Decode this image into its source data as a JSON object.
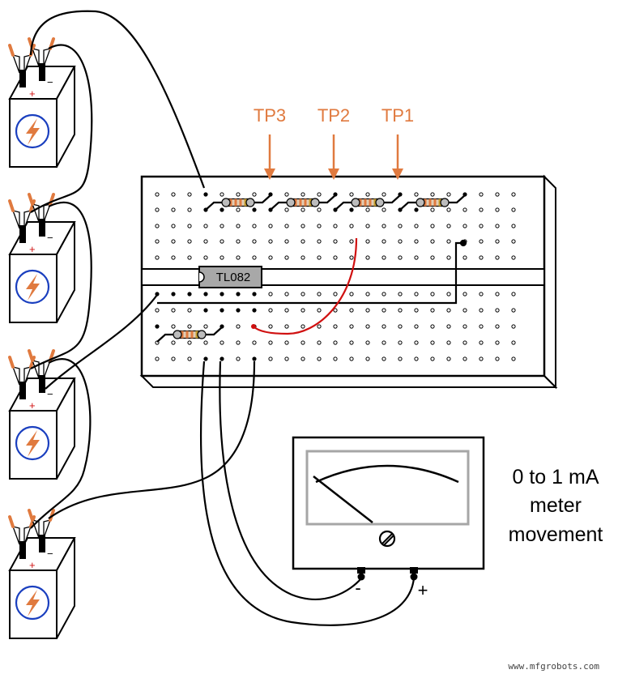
{
  "test_points": [
    {
      "id": "tp3",
      "label": "TP3"
    },
    {
      "id": "tp2",
      "label": "TP2"
    },
    {
      "id": "tp1",
      "label": "TP1"
    }
  ],
  "ic_chip": {
    "label": "TL082"
  },
  "meter": {
    "caption_lines": [
      "0 to 1 mA",
      "meter",
      "movement"
    ],
    "terminal_minus": "-",
    "terminal_plus": "+"
  },
  "battery": {
    "plus_mark": "+",
    "minus_mark": "−",
    "icon": "lightning-bolt-icon"
  },
  "watermark": "www.mfgrobots.com",
  "colors": {
    "accent_orange": "#e07a3f",
    "battery_bolt": "#e07a3f",
    "battery_ring": "#1a3fbf",
    "meter_wire": "#d01010",
    "resistor_body": "#e2cdb4",
    "chip_body": "#a8a8a8"
  }
}
